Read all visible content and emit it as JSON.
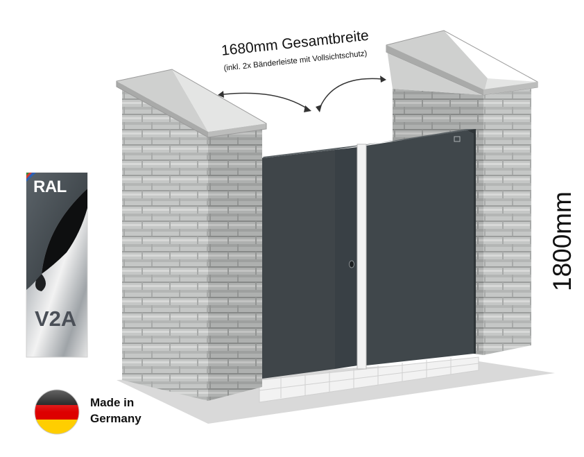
{
  "dimensions": {
    "width_label": "1680mm Gesamtbreite",
    "width_note": "(inkl. 2x Bänderleiste mit Vollsichtschutz)",
    "height_label": "1800mm"
  },
  "badges": {
    "ral": "RAL",
    "v2a": "V2A",
    "made_in_line1": "Made in",
    "made_in_line2": "Germany"
  },
  "colors": {
    "gate": "#3f4549",
    "stone": "#c9cbc9",
    "cap": "#dfe0df",
    "floor": "#e6e6e6",
    "flag_black": "#111111",
    "flag_red": "#dd0000",
    "flag_gold": "#ffce00"
  }
}
